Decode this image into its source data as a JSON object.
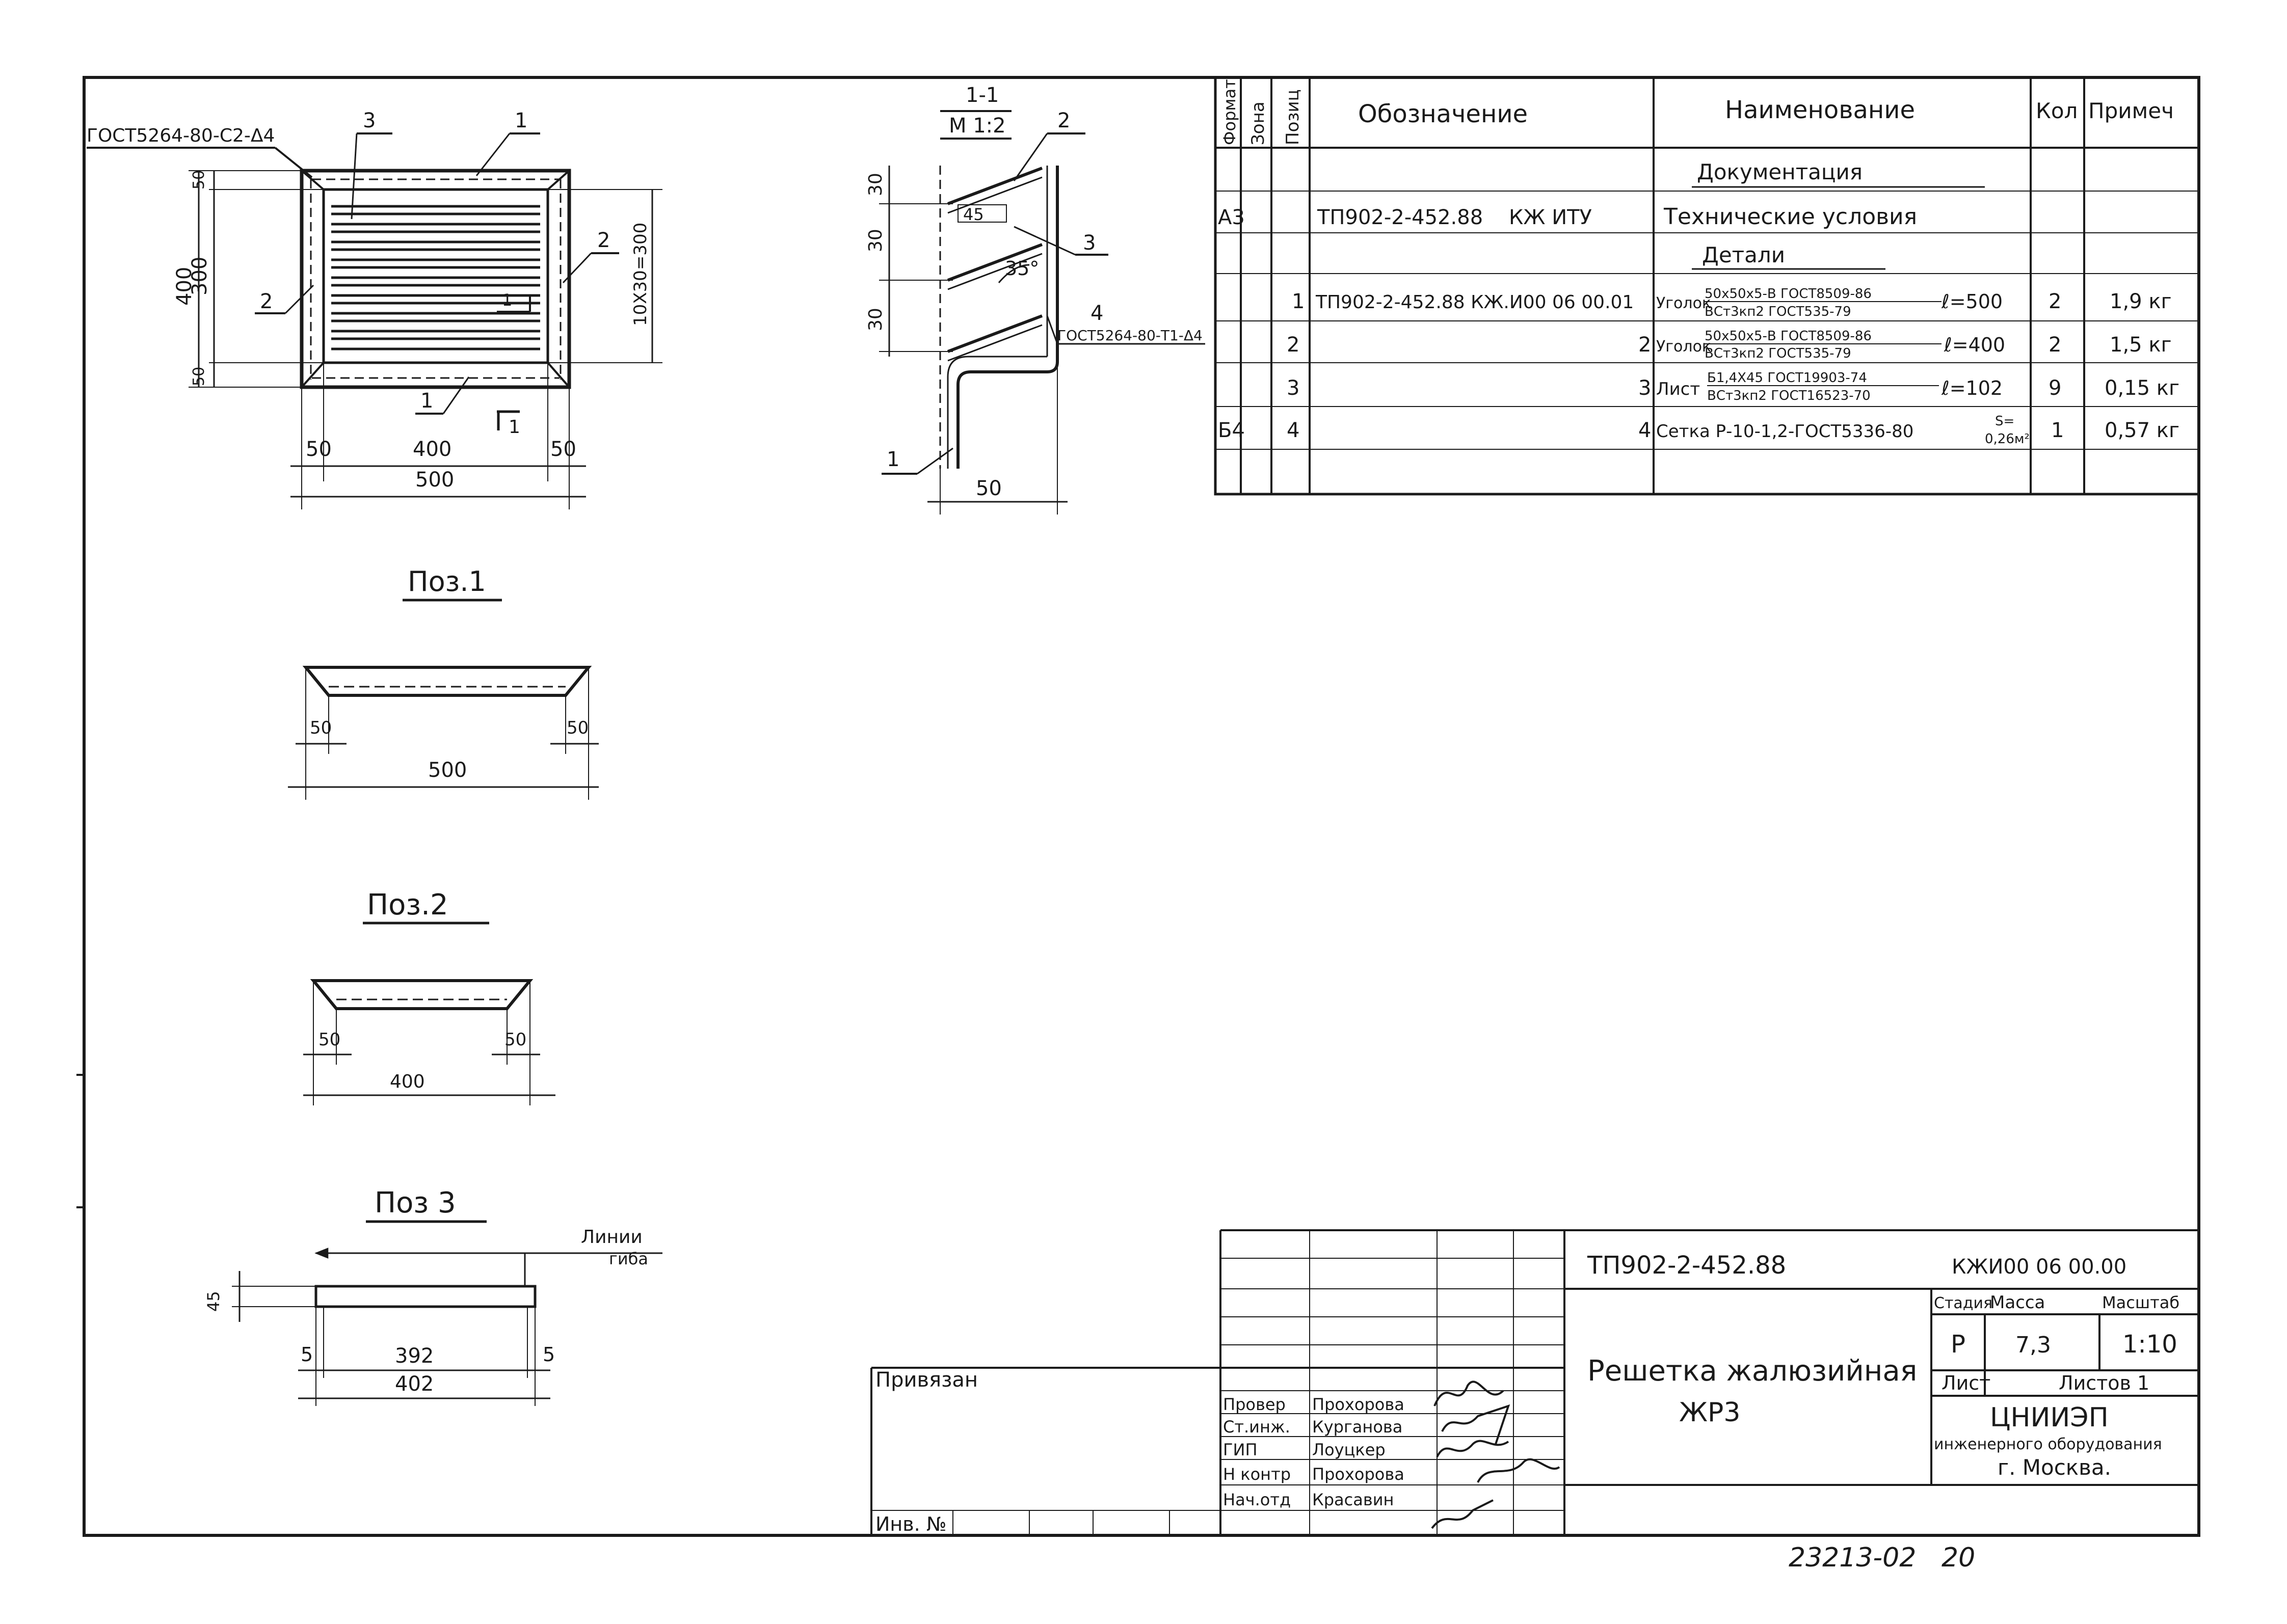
{
  "colors": {
    "ink": "#1a1a1a",
    "paper": "#ffffff"
  },
  "plan": {
    "gost_ref": "ГОСТ5264-80-С2-Δ4",
    "callouts": {
      "p3": "3",
      "p1_top": "1",
      "p2_left": "2",
      "p2_right": "2",
      "p1_bottom": "1",
      "cut_mark": "1"
    },
    "dims": {
      "top50": "50",
      "h300": "300",
      "bot50": "50",
      "h400": "400",
      "pitch": "10Х30=300",
      "l50": "50",
      "w400": "400",
      "r50": "50",
      "w500": "500"
    }
  },
  "section": {
    "title_top": "1-1",
    "title_bottom": "М 1:2",
    "dims": {
      "d30a": "30",
      "d30b": "30",
      "d30c": "30",
      "d45": "45",
      "angle": "35°",
      "d50": "50"
    },
    "callouts": {
      "p2": "2",
      "p3": "3",
      "p4": "4",
      "p1": "1"
    },
    "weld": "ГОСТ5264-80-Т1-Δ4"
  },
  "pos1": {
    "title": "Поз.1",
    "d_left": "50",
    "d_right": "50",
    "d_total": "500"
  },
  "pos2": {
    "title": "Поз.2",
    "d_left": "50",
    "d_right": "50",
    "d_total": "400"
  },
  "pos3": {
    "title": "Поз 3",
    "bend_label_1": "Линии",
    "bend_label_2": "гиба",
    "d_h": "45",
    "d_left": "5",
    "d_mid": "392",
    "d_right": "5",
    "d_total": "402"
  },
  "spec": {
    "headers": [
      "Формат",
      "Зона",
      "Позиц",
      "Обозначение",
      "Наименование",
      "Кол",
      "Примеч"
    ],
    "section_doc": "Документация",
    "section_det": "Детали",
    "rows": [
      {
        "format": "А3",
        "zone": "",
        "pos": "",
        "designation": "ТП902-2-452.88    КЖ ИТУ",
        "name": "Технические условия",
        "qty": "",
        "note": ""
      },
      {
        "format": "",
        "zone": "",
        "pos": "1",
        "designation": "ТП902-2-452.88 КЖ.И00 06 00.01",
        "name": "Уголок",
        "name_num": "50х50х5-В ГОСТ8509-86",
        "name_den": "ВСт3кп2 ГОСТ535-79",
        "name_len": "ℓ=500",
        "qty": "2",
        "note": "1,9 кг"
      },
      {
        "format": "",
        "zone": "",
        "pos": "2",
        "designation": "2",
        "name": "Уголок",
        "name_num": "50х50х5-В ГОСТ8509-86",
        "name_den": "ВСт3кп2 ГОСТ535-79",
        "name_len": "ℓ=400",
        "qty": "2",
        "note": "1,5 кг"
      },
      {
        "format": "",
        "zone": "",
        "pos": "3",
        "designation": "3",
        "name": "Лист",
        "name_num": "Б1,4Х45 ГОСТ19903-74",
        "name_den": "ВСт3кп2 ГОСТ16523-70",
        "name_len": "ℓ=102",
        "qty": "9",
        "note": "0,15 кг"
      },
      {
        "format": "Б4",
        "zone": "",
        "pos": "4",
        "designation": "4",
        "name": "Сетка Р-10-1,2-ГОСТ5336-80",
        "name_num": "S=",
        "name_den": "0,26м²",
        "name_len": "",
        "qty": "1",
        "note": "0,57 кг"
      }
    ]
  },
  "title_block": {
    "doc_code": "ТП902-2-452.88",
    "sheet_code": "КЖИ00 06 00.00",
    "title_line1": "Решетка жалюзийная",
    "title_line2": "ЖР3",
    "stage_label": "Стадия",
    "mass_label": "Масса",
    "scale_label": "Масштаб",
    "stage": "Р",
    "mass": "7,3",
    "scale": "1:10",
    "sheet_label": "Лист",
    "sheets_label": "Листов 1",
    "org1": "ЦНИИЭП",
    "org2": "инженерного оборудования",
    "org3": "г. Москва.",
    "bound": "Привязан",
    "inv": "Инв. №",
    "roles": [
      {
        "role": "Провер",
        "name": "Прохорова"
      },
      {
        "role": "Ст.инж.",
        "name": "Курганова"
      },
      {
        "role": "ГИП",
        "name": "Лоуцкер"
      },
      {
        "role": "Н контр",
        "name": "Прохорова"
      },
      {
        "role": "Нач.отд",
        "name": "Красавин"
      }
    ]
  },
  "footer": {
    "archive": "23213-02",
    "page": "20"
  }
}
